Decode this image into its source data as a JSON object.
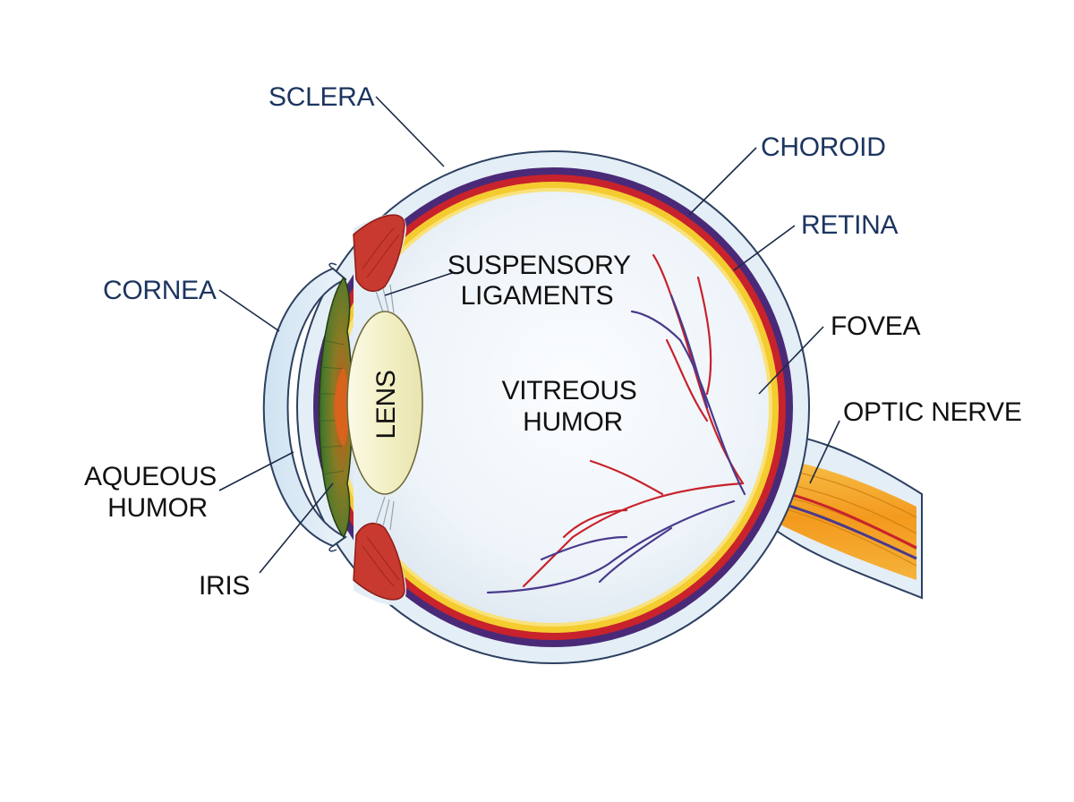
{
  "labels": {
    "sclera": "SCLERA",
    "choroid": "CHOROID",
    "retina": "RETINA",
    "cornea": "CORNEA",
    "suspensory_ligaments": [
      "SUSPENSORY",
      "LIGAMENTS"
    ],
    "fovea": "FOVEA",
    "lens": "LENS",
    "vitreous_humor": [
      "VITREOUS",
      "HUMOR"
    ],
    "optic_nerve": "OPTIC NERVE",
    "aqueous_humor": [
      "AQUEOUS",
      "HUMOR"
    ],
    "iris": "IRIS"
  },
  "colors": {
    "label_blue": "#1c3560",
    "label_black": "#111111",
    "sclera_fill": "#e4eef6",
    "sclera_outline": "#2c4060",
    "choroid": "#4a2a78",
    "retina_red": "#c8222c",
    "retina_yellow": "#f4cc30",
    "ciliary_body": "#c8392f",
    "iris_green": "#4d7a2c",
    "pupil_orange": "#d9621c",
    "lens": "#f4f2cc",
    "vitreous": "#f4f8fb",
    "optic_nerve": "#f4a324",
    "artery": "#c8222c",
    "vein": "#4a3a8c"
  }
}
